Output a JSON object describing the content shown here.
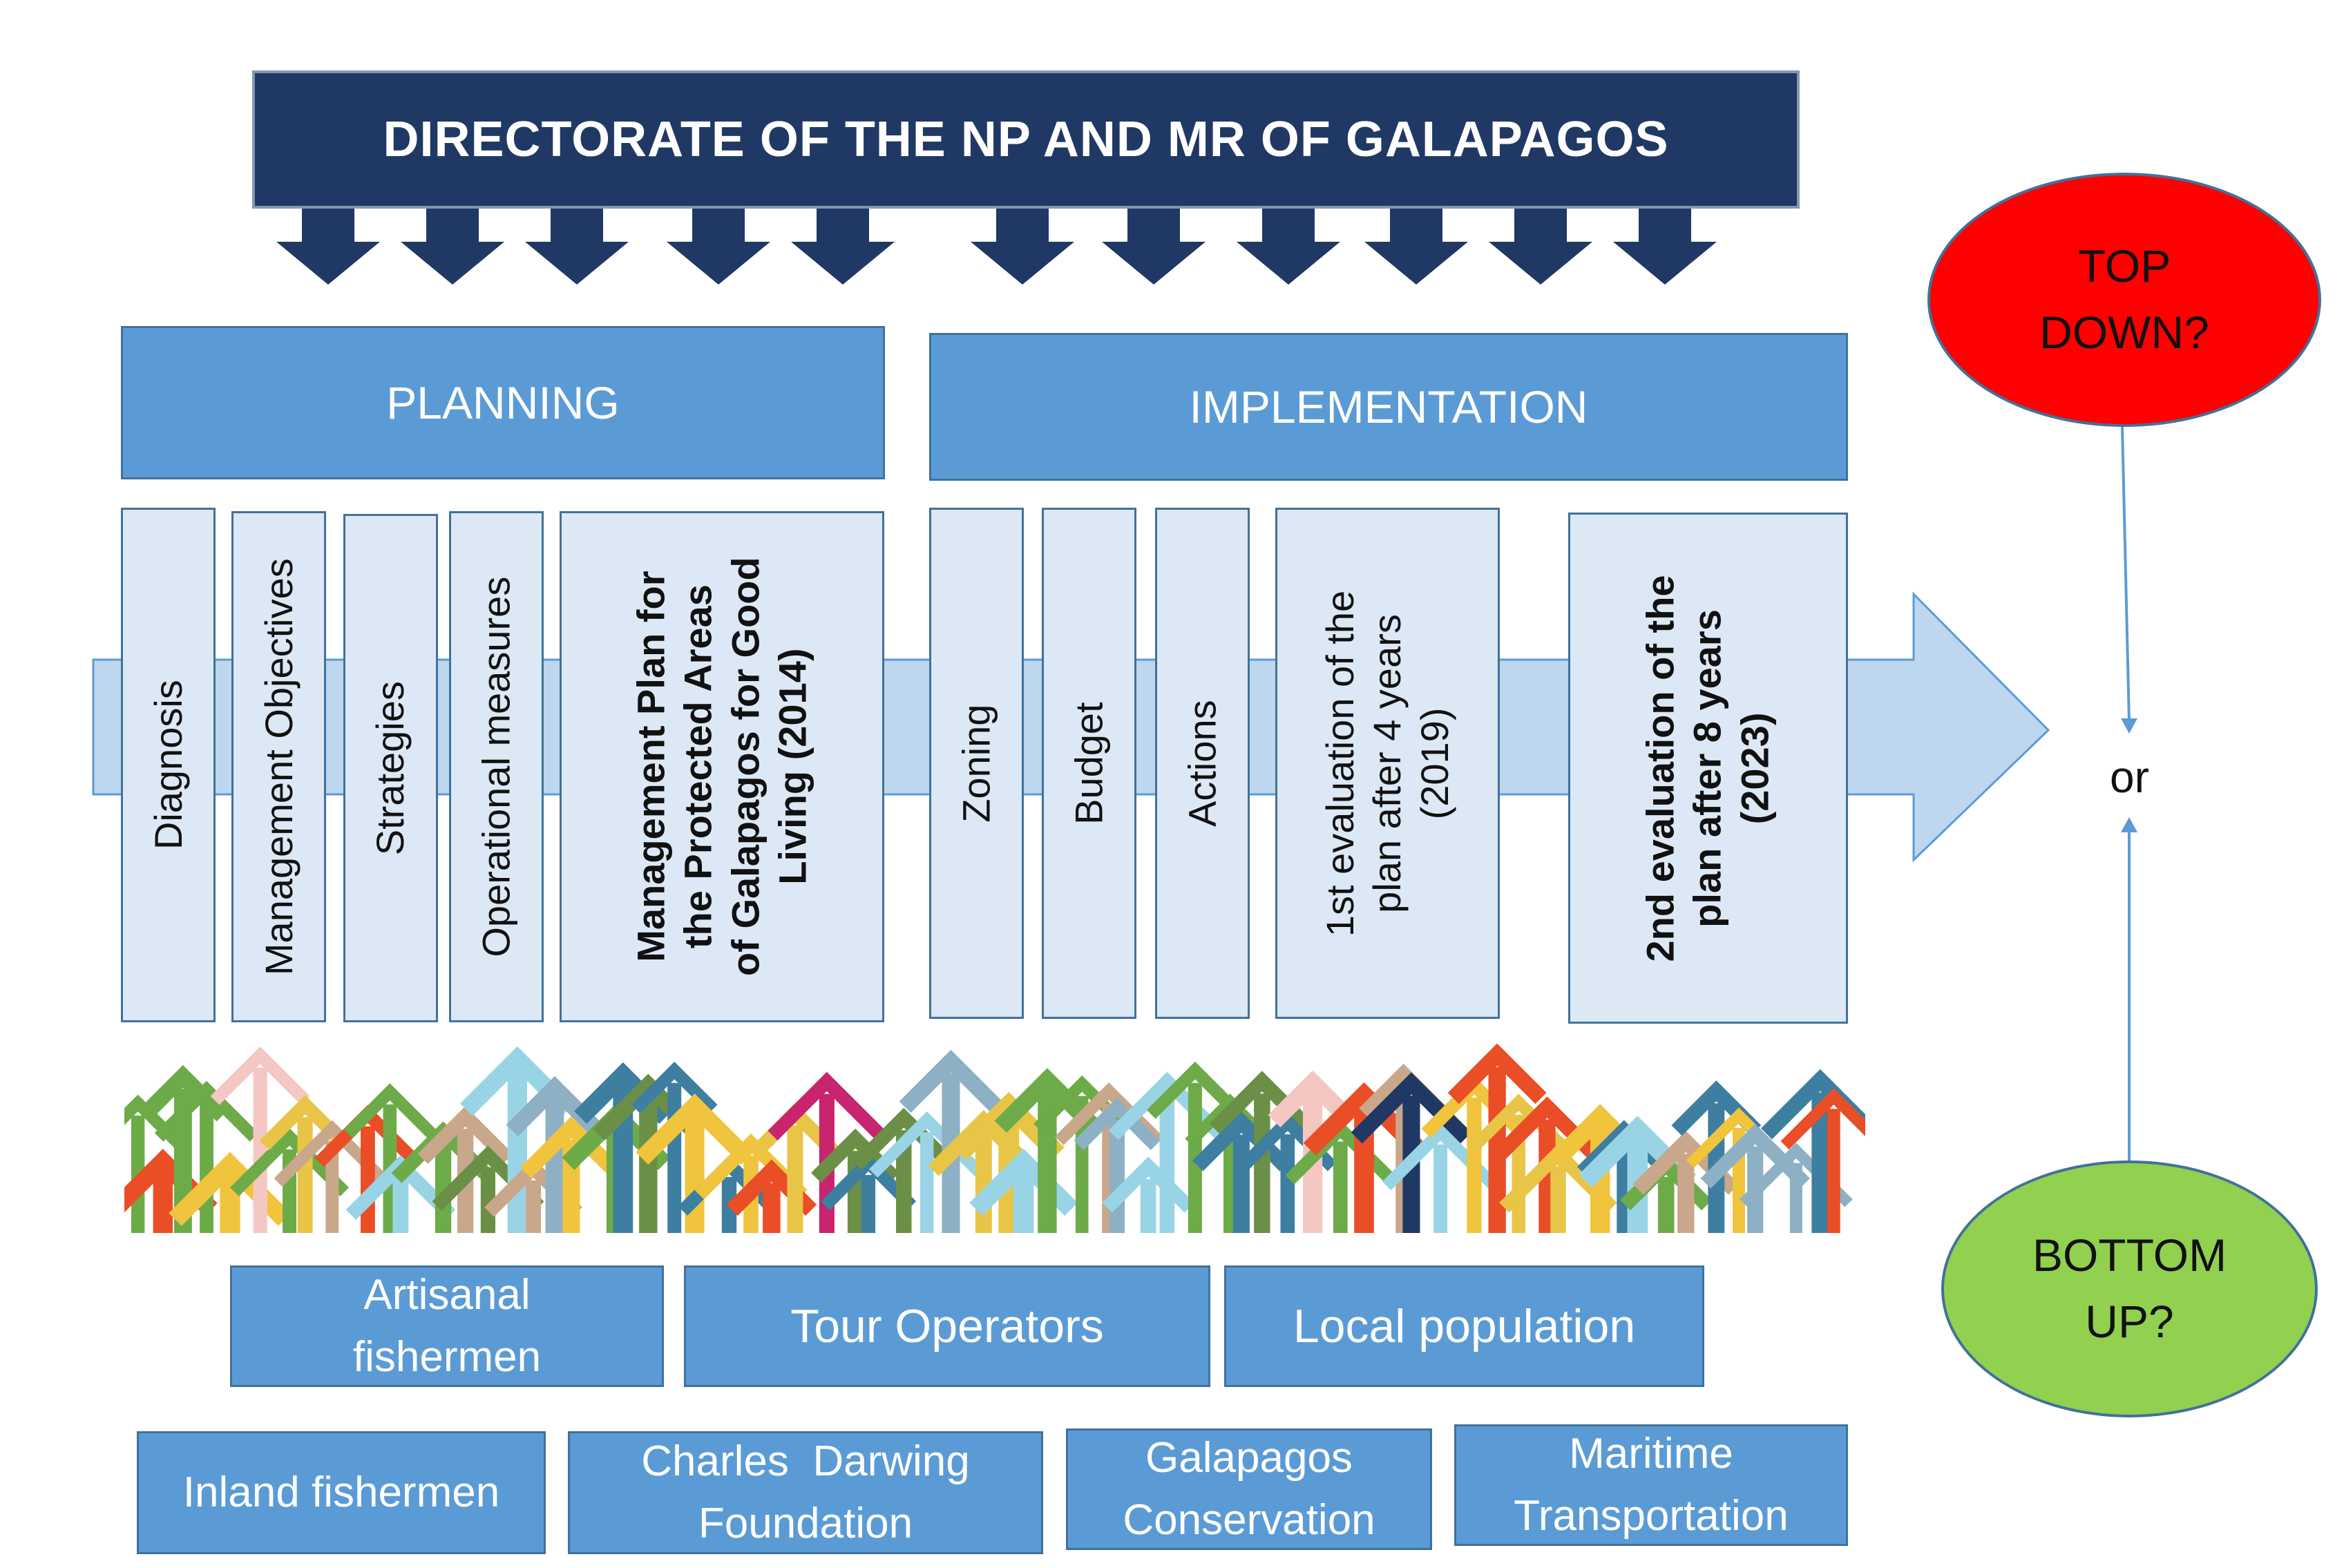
{
  "banner": {
    "title": "DIRECTORATE OF THE NP AND MR OF GALAPAGOS"
  },
  "phases": {
    "planning": "PLANNING",
    "implementation": "IMPLEMENTATION"
  },
  "planning_steps": [
    {
      "text": "Diagnosis"
    },
    {
      "text": "Management Objectives"
    },
    {
      "text": "Strategies"
    },
    {
      "text": "Operational measures"
    },
    {
      "line1": "Management Plan for",
      "line2": "the Protected Areas",
      "line3": "of Galapagos for Good",
      "line4": "Living (2014)"
    }
  ],
  "implementation_steps": [
    {
      "text": "Zoning"
    },
    {
      "text": "Budget"
    },
    {
      "text": "Actions"
    },
    {
      "line1": "1st evaluation of the",
      "line2": "plan after 4 years",
      "line3": "(2019)"
    },
    {
      "line1": "2nd evaluation of the",
      "line2": "plan after 8 years",
      "line3": "(2023)"
    }
  ],
  "stakeholders_row1": [
    {
      "line1": "Artisanal",
      "line2": "fishermen"
    },
    {
      "text": "Tour Operators"
    },
    {
      "text": "Local population"
    }
  ],
  "stakeholders_row2": [
    {
      "text": "Inland fishermen"
    },
    {
      "line1": "Charles  Darwing",
      "line2": "Foundation"
    },
    {
      "line1": "Galapagos",
      "line2": "Conservation"
    },
    {
      "line1": "Maritime",
      "line2": "Transportation"
    }
  ],
  "side": {
    "top_line1": "TOP",
    "top_line2": "DOWN?",
    "or": "or",
    "bottom_line1": "BOTTOM",
    "bottom_line2": "UP?"
  },
  "colors": {
    "banner": "#203864",
    "header_blue": "#5b9bd5",
    "step_fill": "#dce8f5",
    "top_down": "#ff0000",
    "bottom_up": "#92d050",
    "participation_arrows": [
      "#3e7ea1",
      "#f0c43c",
      "#c9a78a",
      "#203864",
      "#e94e26",
      "#6dab49",
      "#f4c7c3",
      "#99d4e6",
      "#c9246e",
      "#e8c547",
      "#6b8f47",
      "#8eb0c4"
    ]
  },
  "icons": {
    "down_arrows": "directive-down-arrow-icon",
    "process_arrow": "process-flow-arrow",
    "participation": "participation-arrows-cluster"
  }
}
